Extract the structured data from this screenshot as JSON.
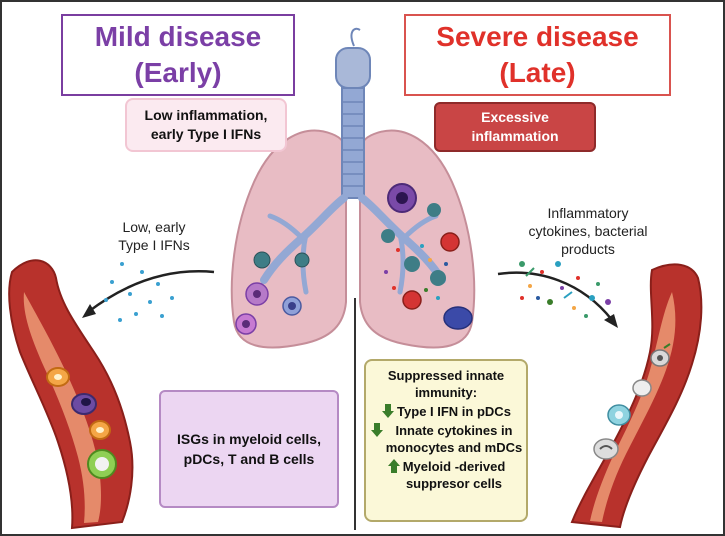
{
  "titles": {
    "mild": {
      "line1": "Mild disease",
      "line2": "(Early)"
    },
    "severe": {
      "line1": "Severe disease",
      "line2": "(Late)"
    }
  },
  "labels": {
    "low_inflammation": {
      "line1": "Low inflammation,",
      "line2": "early Type I IFNs"
    },
    "excessive_inflammation": {
      "line1": "Excessive",
      "line2": "inflammation"
    },
    "low_early_ifn": {
      "line1": "Low, early",
      "line2": "Type I IFNs"
    },
    "inflammatory_cytokines": {
      "line1": "Inflammatory",
      "line2": "cytokines, bacterial",
      "line3": "products"
    }
  },
  "isg_box": {
    "line1": "ISGs in myeloid cells,",
    "line2": "pDCs, T and B cells"
  },
  "suppressed_box": {
    "title_line1": "Suppressed innate",
    "title_line2": "immunity:",
    "items": [
      {
        "direction": "down",
        "line1": "Type I IFN in pDCs",
        "line2": ""
      },
      {
        "direction": "down",
        "line1": "Innate cytokines in",
        "line2": "monocytes and mDCs"
      },
      {
        "direction": "up",
        "line1": "Myeloid -derived",
        "line2": "suppresor cells"
      }
    ]
  },
  "colors": {
    "mild": "#7b3fa6",
    "severe": "#e0312a",
    "arrow": "#3a7d2a"
  }
}
